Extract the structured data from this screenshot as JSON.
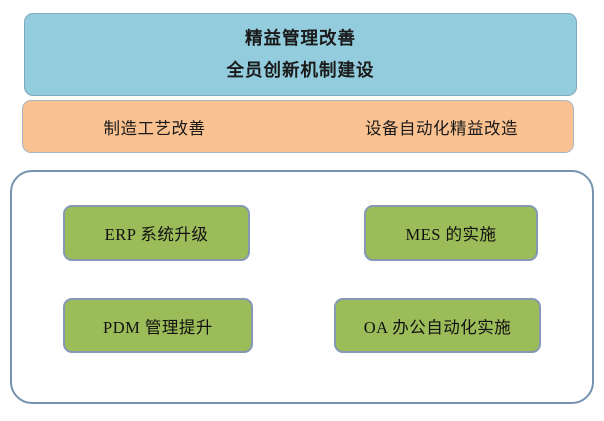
{
  "diagram": {
    "title_banner": {
      "lines": [
        "精益管理改善",
        "全员创新机制建设"
      ],
      "fill_color": "#93CDDD",
      "border_color": "#7FA9BD"
    },
    "sub_banner": {
      "left_label": "制造工艺改善",
      "right_label": "设备自动化精益改造",
      "fill_color": "#FAC191",
      "border_color": "#A7B6C6"
    },
    "container": {
      "fill_color": "#FFFFFF",
      "border_color": "#7593B0"
    },
    "items": [
      {
        "label": "ERP 系统升级",
        "fill_color": "#9CBB59",
        "border_color": "#8598B4"
      },
      {
        "label": "MES 的实施",
        "fill_color": "#9CBB59",
        "border_color": "#8598B4"
      },
      {
        "label": "PDM 管理提升",
        "fill_color": "#9CBB59",
        "border_color": "#8598B4"
      },
      {
        "label": "OA 办公自动化实施",
        "fill_color": "#9CBB59",
        "border_color": "#8598B4"
      }
    ]
  }
}
